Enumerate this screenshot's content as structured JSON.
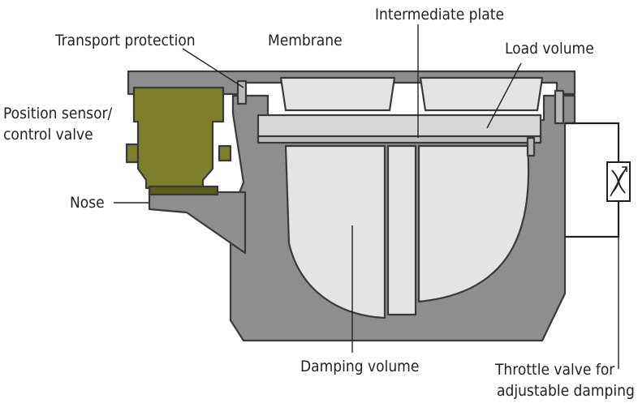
{
  "labels": {
    "transport_protection": "Transport protection",
    "membrane": "Membrane",
    "intermediate_plate": "Intermediate plate",
    "load_volume": "Load volume",
    "position_sensor_line1": "Position sensor/",
    "position_sensor_line2": "control valve",
    "nose": "Nose",
    "damping_volume": "Damping volume",
    "throttle_valve_line1": "Throttle valve for",
    "throttle_valve_line2": "adjustable damping"
  },
  "colors": {
    "housing": "#8e8e8e",
    "housing_dark": "#6f6f6f",
    "chamber": "#e4e4e4",
    "plate": "#d8d8d8",
    "sensor": "#7d7f2a",
    "sensor_dark": "#5c5e1c",
    "line": "#222222"
  }
}
